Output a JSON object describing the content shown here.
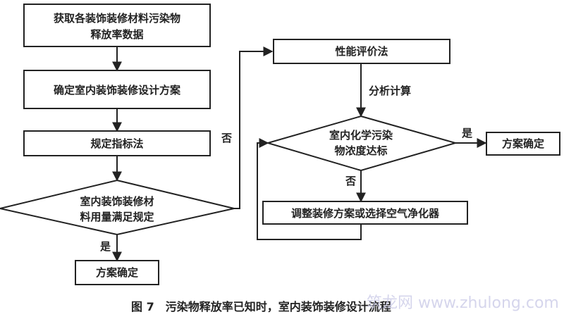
{
  "nodes": {
    "obtain_data": [
      "获取各装饰装修材料污染物",
      "释放率数据"
    ],
    "determine_plan": "确定室内装饰装修设计方案",
    "index_method": "规定指标法",
    "material_check": [
      "室内装饰装修材",
      "料用量满足规定"
    ],
    "plan_confirm_left": "方案确定",
    "performance_method": "性能评价法",
    "concentration_check": [
      "室内化学污染",
      "物浓度达标"
    ],
    "plan_confirm_right": "方案确定",
    "adjust_plan": "调整装修方案或选择空气净化器"
  },
  "edges": {
    "analysis_calc": "分析计算",
    "yes_left": "是",
    "no_left": "否",
    "yes_right": "是",
    "no_right": "否"
  },
  "caption": "图 7　污染物释放率已知时，室内装饰装修设计流程",
  "watermark": "筑龙网 www.zhulong.com"
}
